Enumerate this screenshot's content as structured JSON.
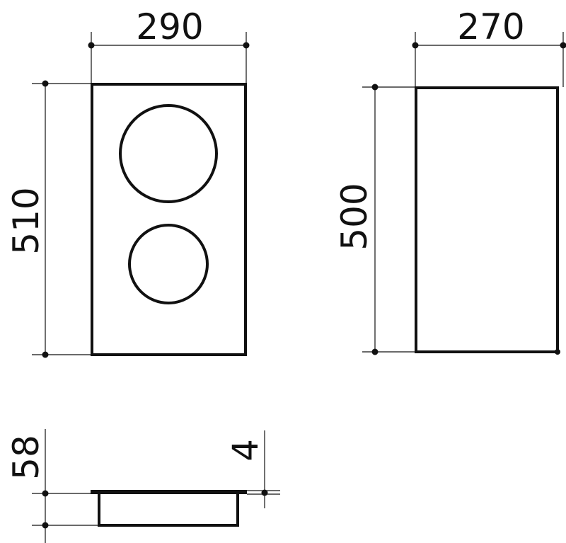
{
  "top_view": {
    "width_label": "290",
    "height_label": "510"
  },
  "side_view": {
    "width_label": "270",
    "height_label": "500"
  },
  "section_view": {
    "height_label": "58",
    "thickness_label": "4"
  },
  "colors": {
    "line": "#111111",
    "background": "#ffffff"
  }
}
